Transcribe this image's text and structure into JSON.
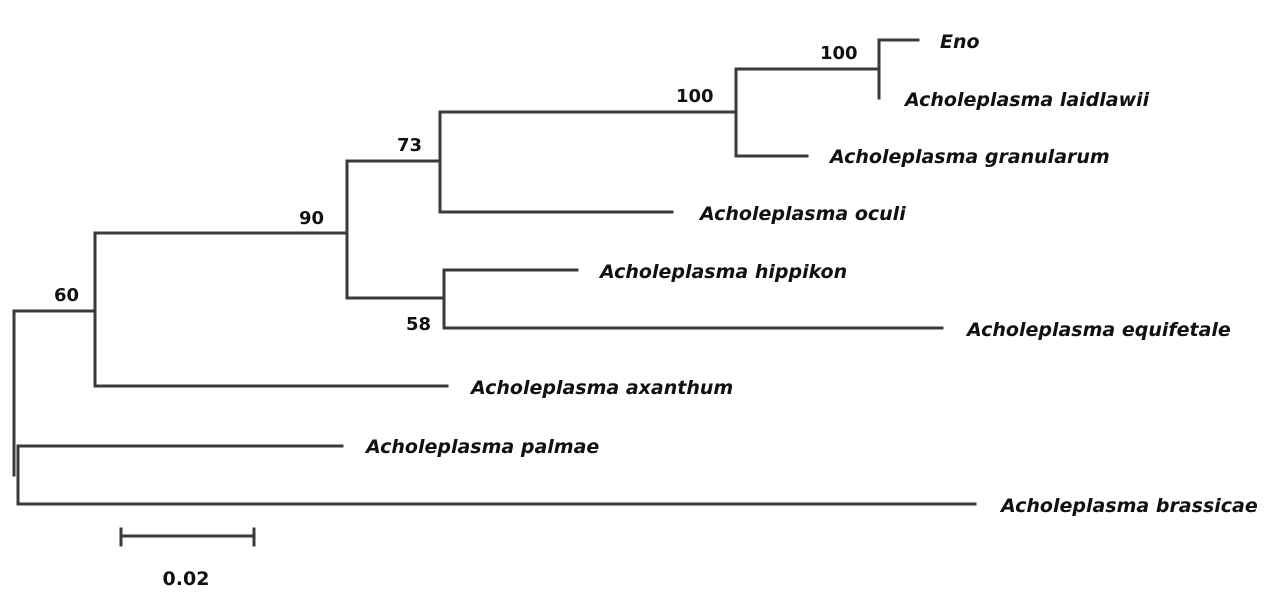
{
  "tree": {
    "taxa": {
      "eno": "Eno",
      "laidlawii": "Acholeplasma laidlawii",
      "granularum": "Acholeplasma granularum",
      "oculi": "Acholeplasma oculi",
      "hippikon": "Acholeplasma hippikon",
      "equifetale": "Acholeplasma equifetale",
      "axanthum": "Acholeplasma axanthum",
      "palmae": "Acholeplasma palmae",
      "brassicae": "Acholeplasma brassicae"
    },
    "bootstrap": {
      "eno_laidlawii": "100",
      "eno_granularum": "100",
      "clade_oculi": "73",
      "clade_hippikon": "90",
      "hippikon_equifetale": "58",
      "clade_axanthum": "60"
    },
    "scale_bar": {
      "label": "0.02"
    },
    "branch_color": "#3a3a3a"
  }
}
